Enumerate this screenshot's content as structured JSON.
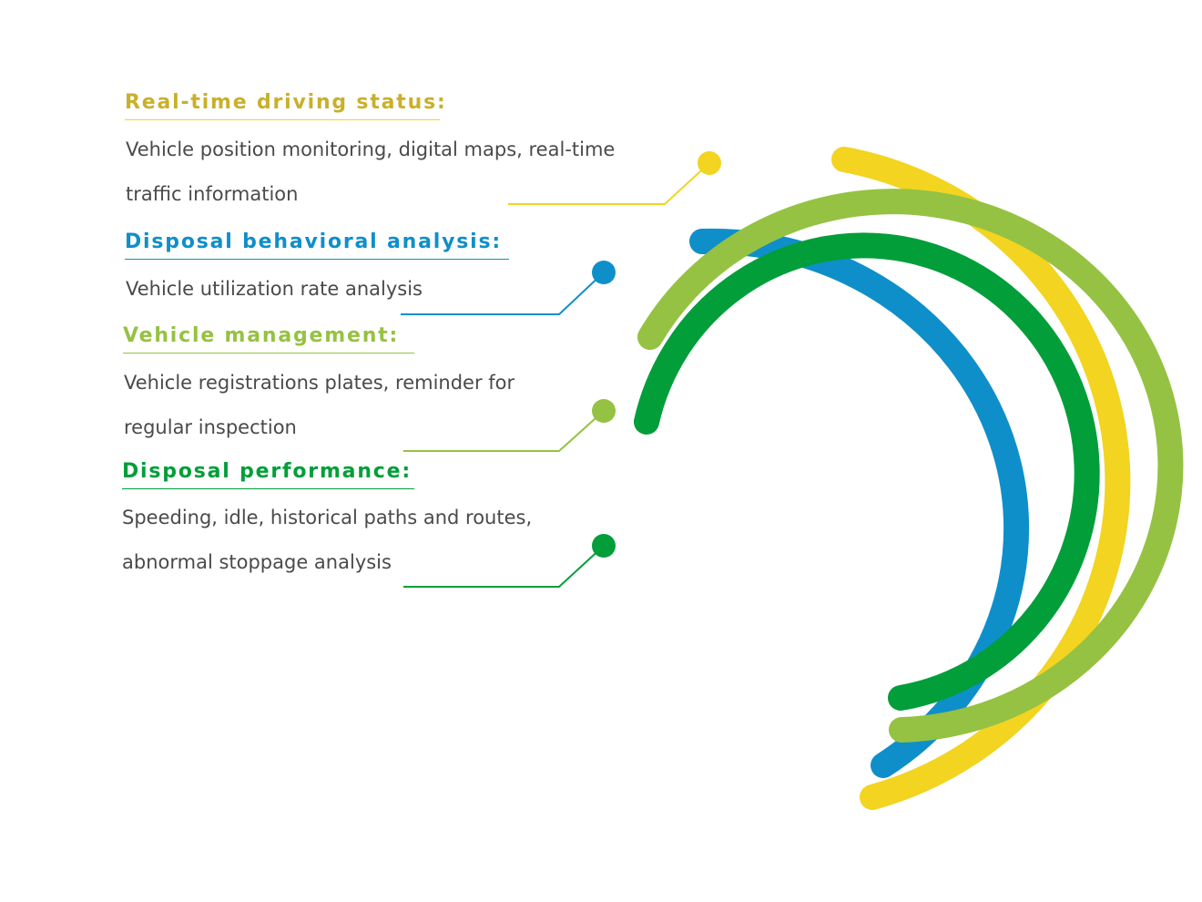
{
  "colors": {
    "yellow": "#f2d421",
    "blue": "#0f8fca",
    "light_green": "#95c242",
    "green": "#019e3a",
    "title_yellow": "#c9b02b",
    "text": "#4a4a4a"
  },
  "items": [
    {
      "title": "Real-time driving status:",
      "lines": [
        "Vehicle position monitoring, digital maps, real-time",
        "traffic information"
      ],
      "color": "#c9b02b",
      "ring_color": "#f2d421"
    },
    {
      "title": "Disposal behavioral analysis:",
      "lines": [
        "Vehicle utilization rate analysis"
      ],
      "color": "#0f8fca",
      "ring_color": "#0f8fca"
    },
    {
      "title": "Vehicle management:",
      "lines": [
        "Vehicle registrations plates, reminder for",
        "regular inspection"
      ],
      "color": "#95c242",
      "ring_color": "#95c242"
    },
    {
      "title": "Disposal performance:",
      "lines": [
        "Speeding, idle, historical paths and routes,",
        "abnormal stoppage analysis"
      ],
      "color": "#019e3a",
      "ring_color": "#019e3a"
    }
  ]
}
